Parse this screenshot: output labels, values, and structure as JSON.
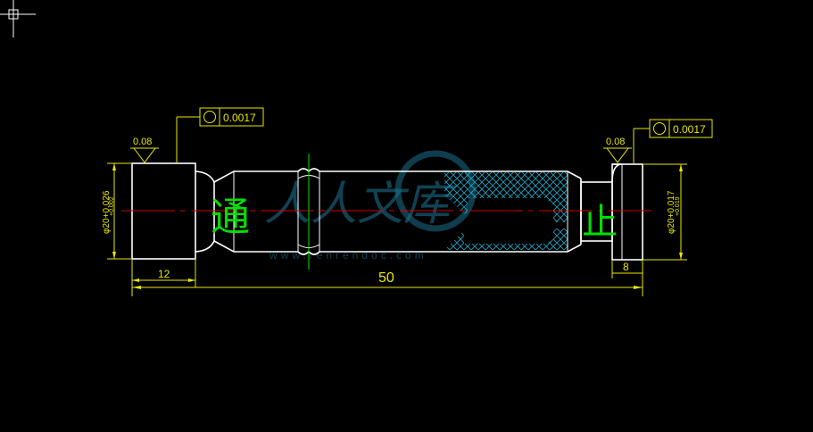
{
  "drawing": {
    "dim_total_length": "50",
    "dim_left_length": "12",
    "dim_right_length": "8",
    "dim_left_diameter": "φ20+0.026",
    "dim_left_diameter_low": "+0.002",
    "dim_right_diameter": "φ20+0.017",
    "dim_right_diameter_low": "+0.019",
    "roughness_left": "0.08",
    "roughness_right": "0.08",
    "tolerance_left": "0.0017",
    "tolerance_right": "0.0017",
    "go_label": "通",
    "nogo_label": "止"
  },
  "watermark": {
    "text": "人人文库",
    "url": "www.renrendoc.com"
  },
  "colors": {
    "background": "#000000",
    "outline": "#ffffff",
    "dimension": "#e8e800",
    "centerline": "#d00000",
    "text_green": "#00e000",
    "hatch": "#1fa0c0"
  }
}
